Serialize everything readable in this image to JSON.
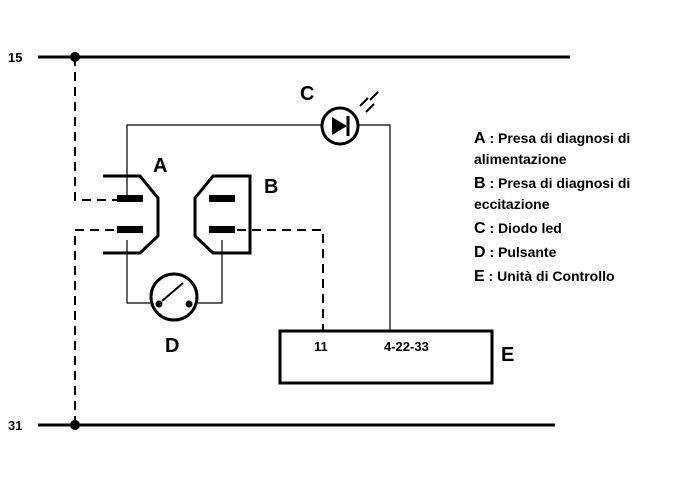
{
  "rails": {
    "top": "15",
    "bottom": "31"
  },
  "components": {
    "A": "A",
    "B": "B",
    "C": "C",
    "D": "D",
    "E": "E"
  },
  "control_unit": {
    "pin_left": "11",
    "pin_right": "4-22-33"
  },
  "legend": [
    {
      "key": "A",
      "sep": " : ",
      "text": "Presa di diagnosi di alimentazione"
    },
    {
      "key": "B",
      "sep": " : ",
      "text": "Presa di diagnosi di eccitazione"
    },
    {
      "key": "C",
      "sep": " : ",
      "text": "Diodo led"
    },
    {
      "key": "D",
      "sep": " : ",
      "text": "Pulsante"
    },
    {
      "key": "E",
      "sep": " : ",
      "text": "Unità di Controllo"
    }
  ]
}
